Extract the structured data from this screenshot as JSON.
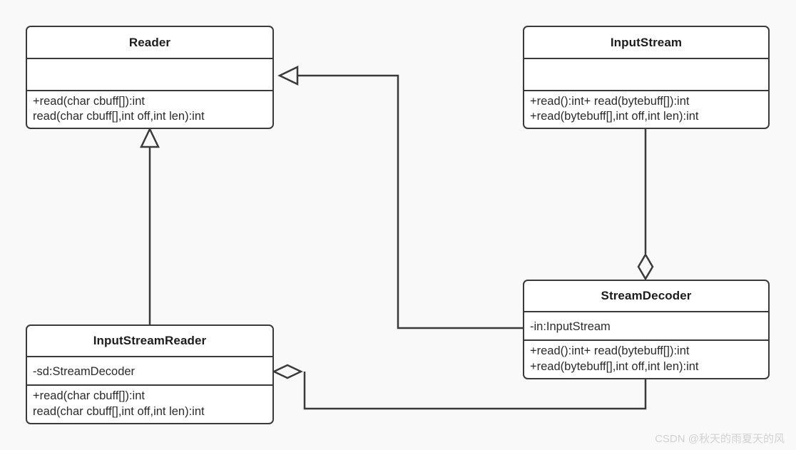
{
  "diagram": {
    "type": "uml-class-diagram",
    "background_color": "#f9f9f9",
    "line_color": "#3a3a3a",
    "box_fill": "#ffffff",
    "classes": [
      {
        "id": "reader",
        "name": "Reader",
        "attributes": [],
        "operations": [
          "+read(char cbuff[]):int",
          "read(char cbuff[],int off,int len):int"
        ]
      },
      {
        "id": "inputstream",
        "name": "InputStream",
        "attributes": [],
        "operations": [
          "+read():int+ read(bytebuff[]):int",
          "+read(bytebuff[],int off,int len):int"
        ]
      },
      {
        "id": "streamdecoder",
        "name": "StreamDecoder",
        "attributes": [
          "-in:InputStream"
        ],
        "operations": [
          "+read():int+ read(bytebuff[]):int",
          "+read(bytebuff[],int off,int len):int"
        ]
      },
      {
        "id": "inputstreamreader",
        "name": "InputStreamReader",
        "attributes": [
          "-sd:StreamDecoder"
        ],
        "operations": [
          "+read(char cbuff[]):int",
          "read(char cbuff[],int off,int len):int"
        ]
      }
    ],
    "relations": [
      {
        "id": "rel-isr-extends-reader",
        "type": "generalization",
        "marker": "hollow-triangle",
        "from": "InputStreamReader",
        "to": "Reader"
      },
      {
        "id": "rel-sd-extends-reader",
        "type": "generalization",
        "marker": "hollow-triangle",
        "from": "StreamDecoder",
        "to": "Reader"
      },
      {
        "id": "rel-is-aggregates-sd",
        "type": "aggregation",
        "marker": "hollow-diamond",
        "from": "InputStream",
        "to": "StreamDecoder"
      },
      {
        "id": "rel-isr-aggregates-sd",
        "type": "aggregation",
        "marker": "hollow-diamond",
        "from": "StreamDecoder",
        "to": "InputStreamReader"
      }
    ]
  },
  "watermark": {
    "text": "CSDN @秋天的雨夏天的风"
  }
}
